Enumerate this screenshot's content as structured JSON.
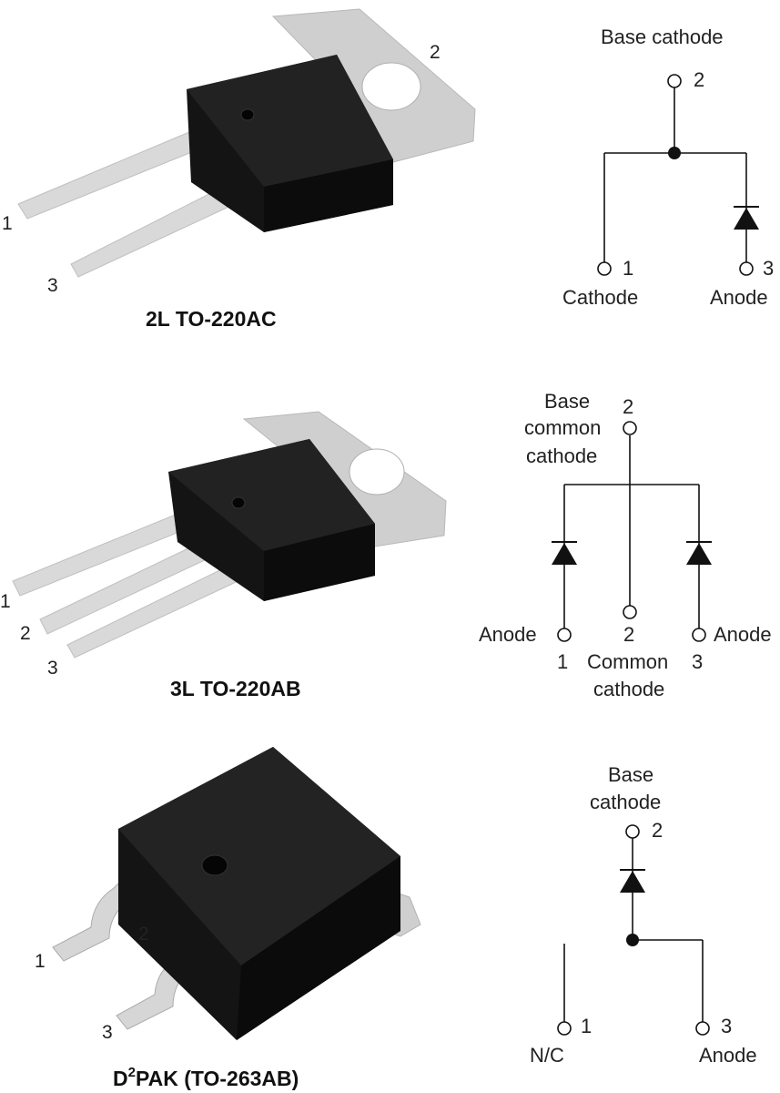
{
  "packages": [
    {
      "caption": "2L TO-220AC",
      "photo_pin_labels": [
        "1",
        "2",
        "3"
      ],
      "schematic": {
        "base_label": "Base cathode",
        "pin2": "2",
        "pin1": "1",
        "pin1_label": "Cathode",
        "pin3": "3",
        "pin3_label": "Anode"
      }
    },
    {
      "caption": "3L TO-220AB",
      "photo_pin_labels": [
        "1",
        "2",
        "3"
      ],
      "schematic": {
        "base_label_line1": "Base",
        "base_label_line2": "common",
        "base_label_line3": "cathode",
        "pin2_top": "2",
        "left_anode": "Anode",
        "pin1": "1",
        "pin2": "2",
        "common_line1": "Common",
        "common_line2": "cathode",
        "pin3": "3",
        "right_anode": "Anode"
      }
    },
    {
      "caption_prefix": "D",
      "caption_sup": "2",
      "caption_suffix": "PAK (TO-263AB)",
      "photo_pin_labels": [
        "1",
        "2",
        "3"
      ],
      "schematic": {
        "base_label_line1": "Base",
        "base_label_line2": "cathode",
        "pin2": "2",
        "pin1": "1",
        "pin1_label": "N/C",
        "pin3": "3",
        "pin3_label": "Anode"
      }
    }
  ],
  "colors": {
    "body": "#141414",
    "tab": "#cfcfcf",
    "lead": "#d8d8d8",
    "line": "#111111"
  }
}
